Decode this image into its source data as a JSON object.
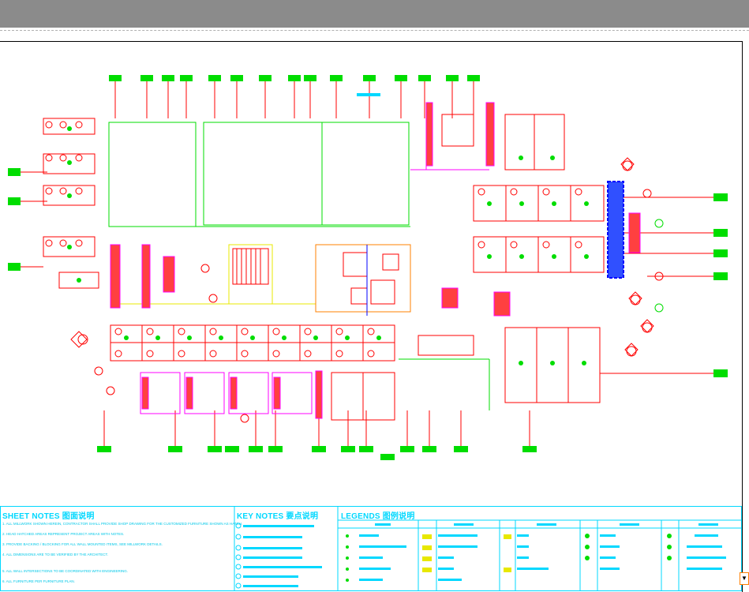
{
  "sheet": {
    "notes_title": "SHEET NOTES 图面说明",
    "notes": [
      "1. ALL MILLWORK SHOWN HEREIN, CONTRACTOR SHALL PROVIDE SHOP DRAWING FOR THE CUSTOMIZED FURNITURE SHOWN AS HATCH.",
      "2. HEAD HATCHED AREAS REPRESENT PROJECT AREAS WITH NOTES.",
      "3. PROVIDE BACKING / BLOCKING FOR ALL WALL MOUNTED ITEMS, SEE MILLWORK DETAILS.",
      "4. ALL DIMENSIONS ARE TO BE VERIFIED BY THE ARCHITECT.",
      "5. ALL WALL INTERSECTIONS TO BE COORDINATED WITH ENGINEERING.",
      "6. ALL FURNITURE PER FURNITURE PLAN."
    ],
    "key_notes_title": "KEY NOTES 要点说明",
    "legends_title": "LEGENDS 图例说明",
    "corner_label": "▼"
  },
  "colors": {
    "topbar": "#8b8b8b",
    "red": "#ff0000",
    "green": "#00dd00",
    "magenta": "#ff00ff",
    "yellow": "#e8e800",
    "cyan": "#00d8ff",
    "blue": "#0000ff"
  }
}
